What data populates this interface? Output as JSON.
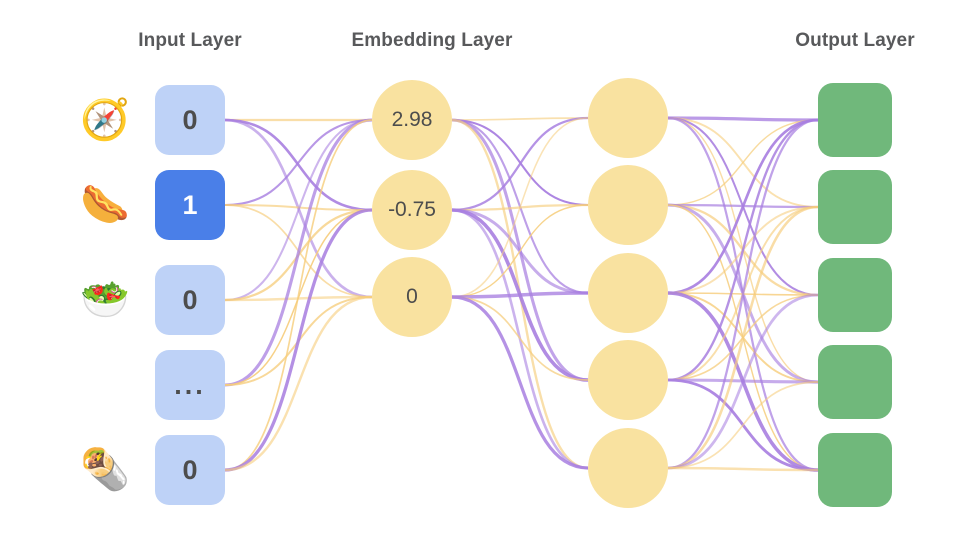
{
  "titles": {
    "input": "Input Layer",
    "embedding": "Embedding Layer",
    "output": "Output Layer"
  },
  "colors": {
    "input_box": "#bed2f7",
    "input_box_active": "#4a7fe8",
    "input_text": "#4d4d4d",
    "input_text_active": "#ffffff",
    "node_yellow": "#f9e2a0",
    "output_green": "#70b87b",
    "edge_purple": "#a87fe0",
    "edge_orange": "#f6cd7c",
    "title_text": "#58595b",
    "background": "#ffffff"
  },
  "input_layer": {
    "items": [
      {
        "icon": "bowl-of-borscht-icon",
        "glyph": "🧭",
        "value": "0",
        "active": false
      },
      {
        "icon": "hot-dog-icon",
        "glyph": "🌭",
        "value": "1",
        "active": true
      },
      {
        "icon": "green-salad-icon",
        "glyph": "🥗",
        "value": "0",
        "active": false
      },
      {
        "icon": "ellipsis-icon",
        "glyph": "",
        "value": "...",
        "active": false
      },
      {
        "icon": "burrito-icon",
        "glyph": "🌯",
        "value": "0",
        "active": false
      }
    ]
  },
  "embedding_layer": {
    "values": [
      "2.98",
      "-0.75",
      "0"
    ]
  },
  "hidden_layer": {
    "count": 5,
    "values": [
      "",
      "",
      "",
      "",
      ""
    ]
  },
  "output_layer": {
    "count": 5,
    "values": [
      "",
      "",
      "",
      "",
      ""
    ]
  },
  "edges": {
    "input_to_embedding": "fully-connected",
    "embedding_to_hidden": "fully-connected",
    "hidden_to_output": "fully-connected"
  }
}
